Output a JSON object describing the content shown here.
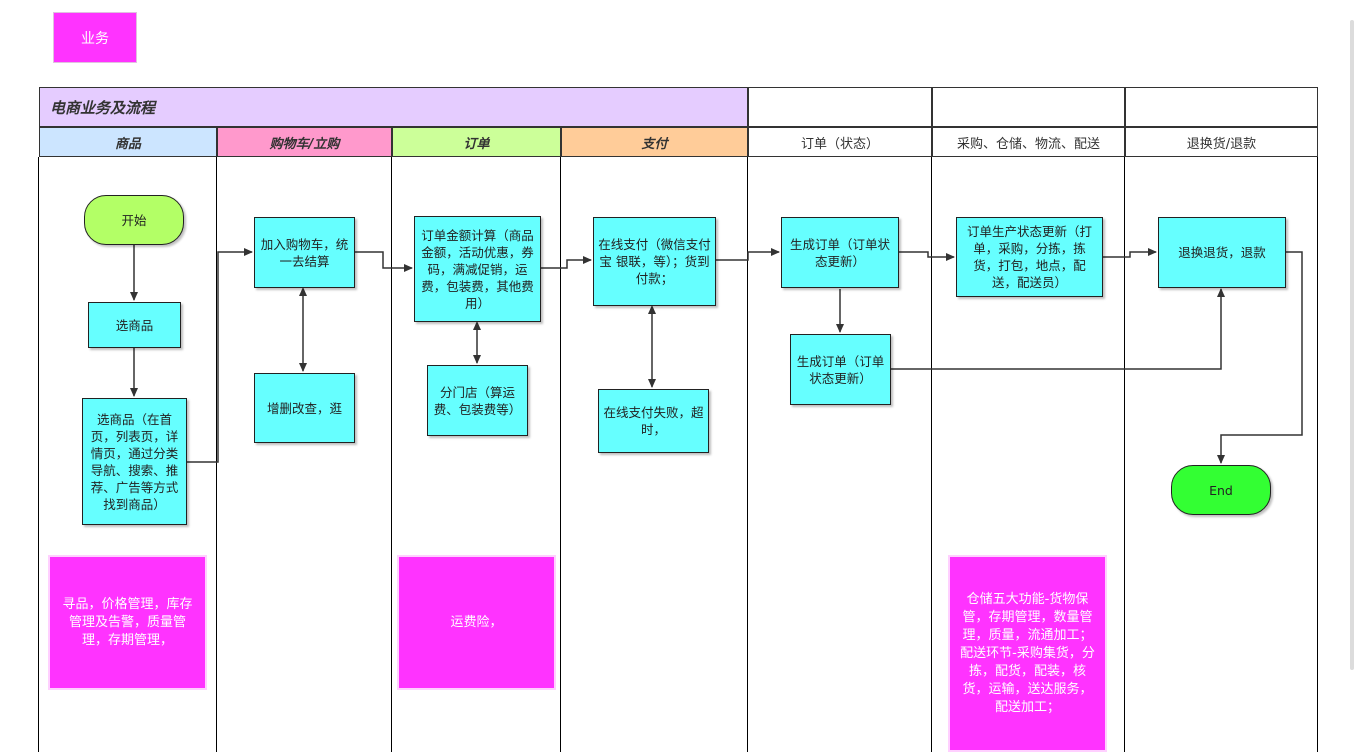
{
  "badge": "业务",
  "title": "电商业务及流程",
  "lanes": [
    "商品",
    "购物车/立购",
    "订单",
    "支付",
    "订单（状态）",
    "采购、仓储、物流、配送",
    "退换货/退款"
  ],
  "nodes": {
    "start": "开始",
    "select1": "选商品",
    "select2": "选商品（在首页，列表页，详情页，通过分类导航、搜索、推荐、广告等方式找到商品）",
    "cart": "加入购物车，统一去结算",
    "cart_edit": "增删改查，逛",
    "order_calc": "订单金额计算（商品金额，活动优惠，券码，满减促销，运费，包装费，其他费用）",
    "store": "分门店（算运费、包装费等）",
    "pay": "在线支付（微信支付宝 银联，等）；货到付款；",
    "pay_fail": "在线支付失败，超时，",
    "gen_order": "生成订单（订单状态更新）",
    "gen_order2": "生成订单（订单状态更新）",
    "production": "订单生产状态更新（打单，采购，分拣，拣货，打包，地点，配送，配送员）",
    "refund": "退换退货，退款",
    "end": "End"
  },
  "notes": {
    "goods": "寻品，价格管理，库存管理及告警，质量管理，存期管理，",
    "freight": "运费险，",
    "warehouse": "仓储五大功能-货物保管，存期管理，数量管理，质量，流通加工；配送环节-采购集货，分拣，配货，配装，核货，运输，送达服务，配送加工；"
  },
  "colors": {
    "badge": "#ff33ff",
    "pool_title": "#e5ccff",
    "lane_goods": "#cce5ff",
    "lane_cart": "#ff99cc",
    "lane_order": "#ccff99",
    "lane_pay": "#ffcc99",
    "process": "#66ffff",
    "start": "#b3ff66",
    "end": "#33ff33",
    "note": "#ff33ff"
  }
}
